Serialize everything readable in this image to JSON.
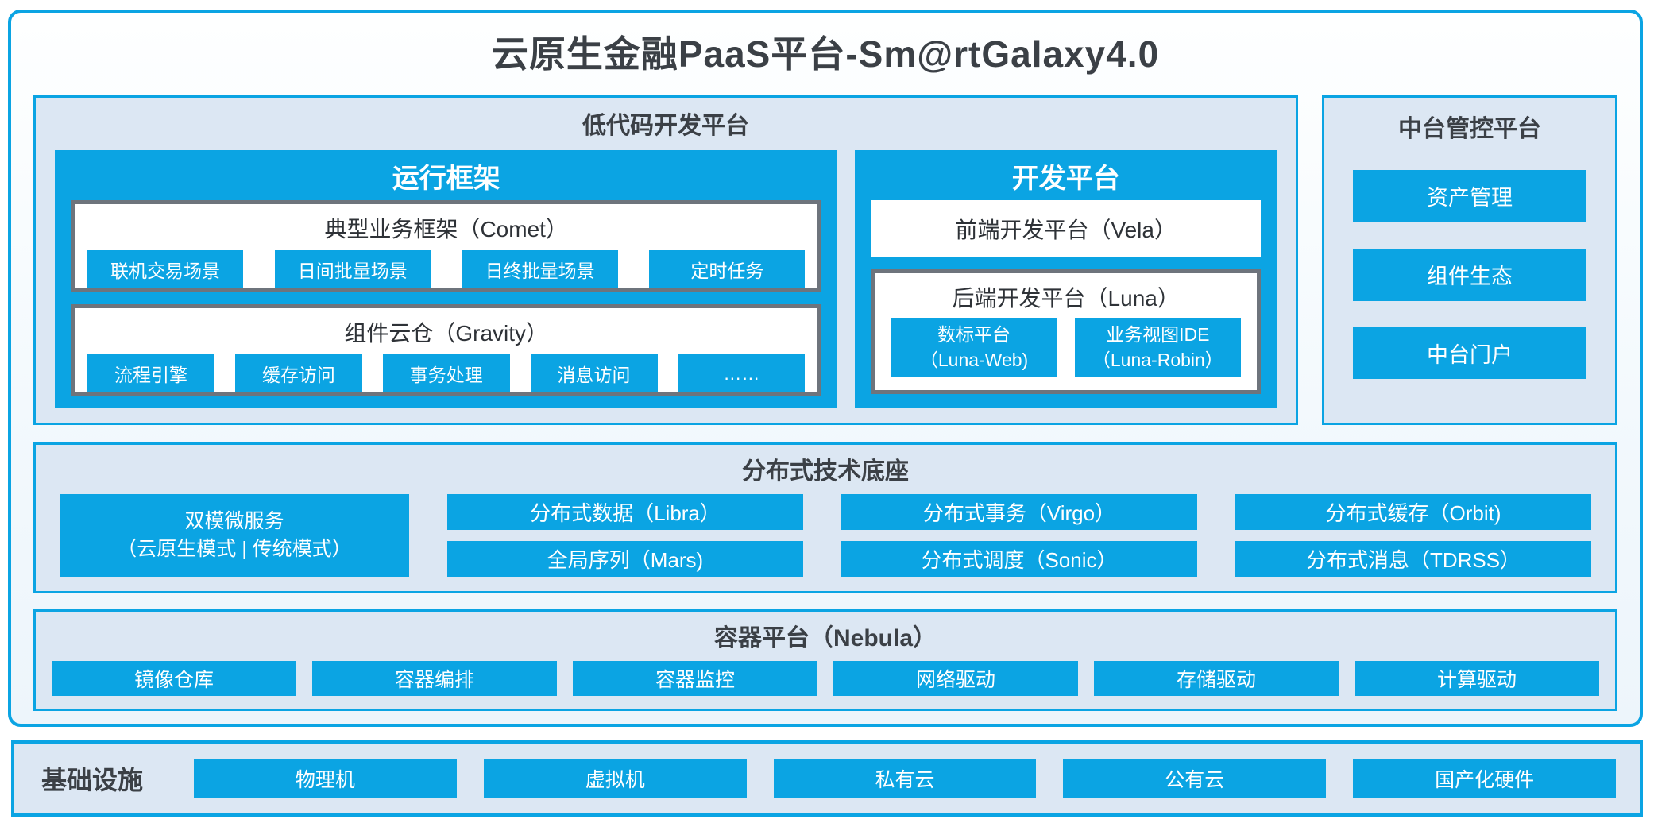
{
  "title": "云原生金融PaaS平台-Sm@rtGalaxy4.0",
  "colors": {
    "accent_blue": "#0BA4E3",
    "panel_background": "#DCE7F3",
    "dark_text": "#3B4046",
    "gray_box_border": "#6E747C"
  },
  "lowcode": {
    "label": "低代码开发平台",
    "runtime": {
      "header": "运行框架",
      "comet": {
        "title": "典型业务框架（Comet）",
        "items": [
          "联机交易场景",
          "日间批量场景",
          "日终批量场景",
          "定时任务"
        ]
      },
      "gravity": {
        "title": "组件云仓（Gravity）",
        "items": [
          "流程引擎",
          "缓存访问",
          "事务处理",
          "消息访问",
          "……"
        ]
      }
    },
    "dev": {
      "header": "开发平台",
      "vela": "前端开发平台（Vela）",
      "luna": {
        "title": "后端开发平台（Luna）",
        "items": [
          {
            "line1": "数标平台",
            "line2": "（Luna-Web)"
          },
          {
            "line1": "业务视图IDE",
            "line2": "（Luna-Robin）"
          }
        ]
      }
    }
  },
  "midplatform": {
    "label": "中台管控平台",
    "items": [
      "资产管理",
      "组件生态",
      "中台门户"
    ]
  },
  "distributed": {
    "label": "分布式技术底座",
    "dual_mode": {
      "line1": "双模微服务",
      "line2": "（云原生模式 | 传统模式）"
    },
    "items": [
      "分布式数据（Libra）",
      "分布式事务（Virgo）",
      "分布式缓存（Orbit)",
      "全局序列（Mars)",
      "分布式调度（Sonic）",
      "分布式消息（TDRSS）"
    ]
  },
  "nebula": {
    "label": "容器平台（Nebula）",
    "items": [
      "镜像仓库",
      "容器编排",
      "容器监控",
      "网络驱动",
      "存储驱动",
      "计算驱动"
    ]
  },
  "infrastructure": {
    "label": "基础设施",
    "items": [
      "物理机",
      "虚拟机",
      "私有云",
      "公有云",
      "国产化硬件"
    ]
  }
}
